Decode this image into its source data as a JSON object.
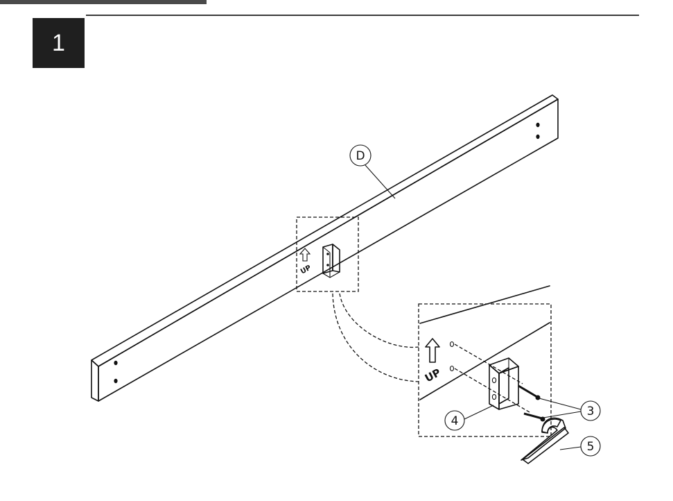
{
  "step": {
    "number": "1"
  },
  "labels": {
    "beam": "D",
    "screws": "3",
    "bracket": "4",
    "hex_key": "5",
    "up_marking": "UP"
  },
  "icons": [
    "up-arrow-icon",
    "bracket",
    "screw",
    "hex-key"
  ],
  "colors": {
    "badge": "#1f1f1f",
    "line": "#111111",
    "background": "#ffffff"
  }
}
